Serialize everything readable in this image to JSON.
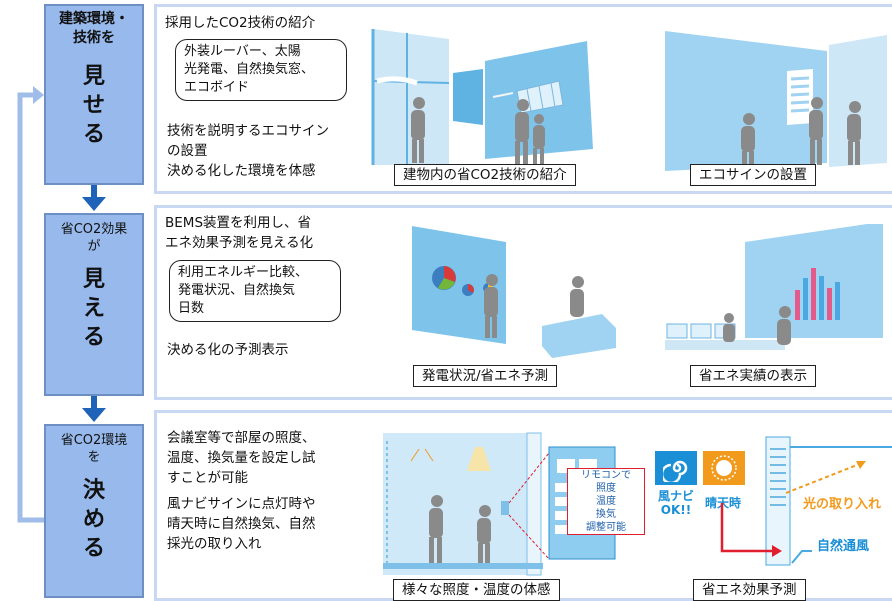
{
  "steps": [
    {
      "top_label": "建築環境・",
      "top_label2": "技術を",
      "main": "見",
      "main2": "せ",
      "main3": "る"
    },
    {
      "top_label": "省CO2効果",
      "top_label2": "が",
      "main": "見",
      "main2": "え",
      "main3": "る"
    },
    {
      "top_label": "省CO2環境",
      "top_label2": "を",
      "main": "決",
      "main2": "め",
      "main3": "る"
    }
  ],
  "panel1": {
    "heading": "採用したCO2技術の紹介",
    "bubble": [
      "外装ルーバー、太陽",
      "光発電、自然換気窓、",
      "エコボイド"
    ],
    "body": [
      "技術を説明するエコサイン",
      "の設置",
      "決める化した環境を体感"
    ],
    "caption_left": "建物内の省CO2技術の紹介",
    "caption_right": "エコサインの設置"
  },
  "panel2": {
    "heading": [
      "BEMS装置を利用し、省",
      "エネ効果予測を見える化"
    ],
    "bubble": [
      "利用エネルギー比較、",
      "発電状況、自然換気",
      "日数"
    ],
    "body": "決める化の予測表示",
    "caption_left": "発電状況/省エネ予測",
    "caption_right": "省エネ実績の表示"
  },
  "panel3": {
    "body": [
      "会議室等で部屋の照度、",
      "温度、換気量を設定し試",
      "すことが可能",
      "風ナビサインに点灯時や",
      "晴天時に自然換気、自然",
      "採光の取り入れ"
    ],
    "remote": [
      "リモコンで",
      "照度",
      "温度",
      "換気",
      "調整可能"
    ],
    "wind_label": [
      "風ナビ",
      "OK!!"
    ],
    "sunny_label": "晴天時",
    "light_label": "光の取り入れ",
    "vent_label": "自然通風",
    "caption_left": "様々な照度・温度の体感",
    "caption_right": "省エネ効果予測"
  },
  "colors": {
    "step_fill": "#97b9ec",
    "panel_border": "#c9d8f2",
    "arrow": "#1e63b8",
    "scene_blue": "#7ec3ea",
    "silhouette": "#8a8a8a",
    "accent_orange": "#f19a1c",
    "accent_red": "#e01e2e"
  }
}
